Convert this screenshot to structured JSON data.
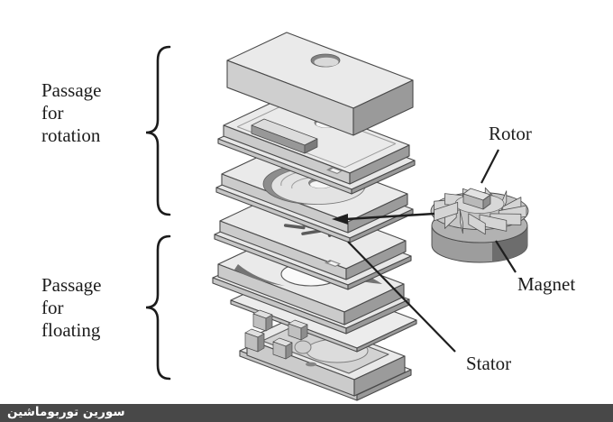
{
  "diagram": {
    "labels": {
      "passage_rotation": [
        "Passage",
        "for",
        "rotation"
      ],
      "passage_floating": [
        "Passage",
        "for",
        "floating"
      ],
      "rotor": "Rotor",
      "magnet": "Magnet",
      "stator": "Stator"
    },
    "colors": {
      "plate_top": "#eaeaea",
      "plate_side_light": "#cbcbcb",
      "plate_side_dark": "#9b9b9b",
      "outline": "#4a4a4a",
      "annotation": "#1b1b1b",
      "magnet_dark": "#6d6d6d",
      "watermark_bar": "#484848",
      "watermark_text": "#ffffff"
    }
  },
  "watermark": {
    "text": "سورین توربوماشین"
  }
}
